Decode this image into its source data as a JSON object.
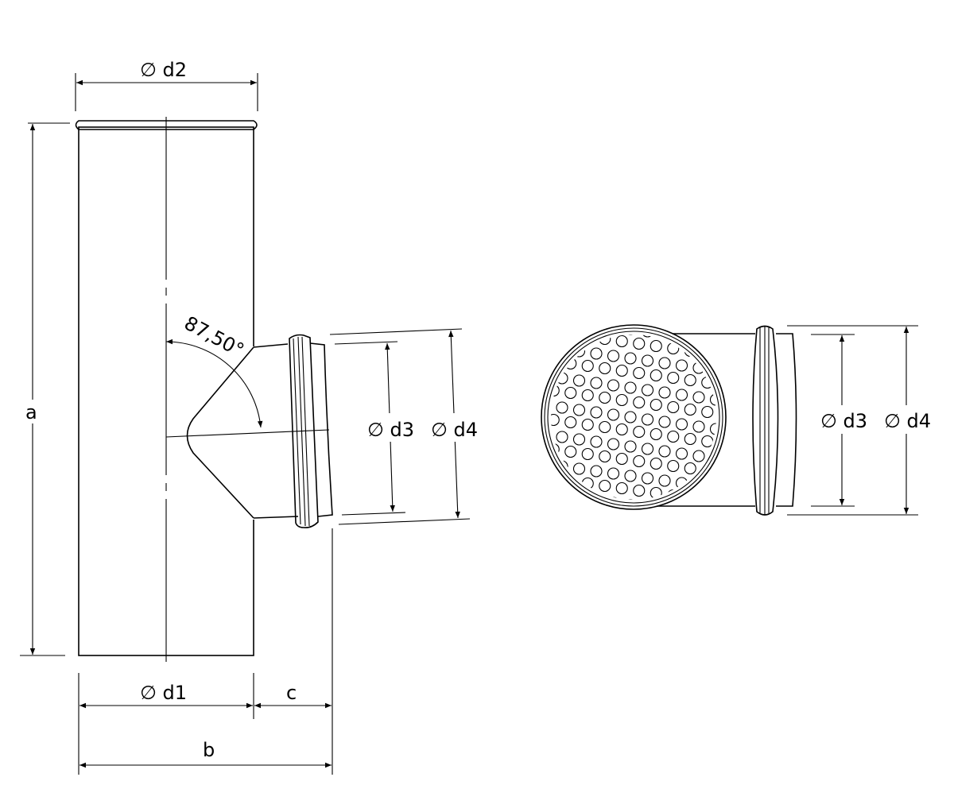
{
  "title": "Pipe tee with branch socket and perforated screen — dimension drawing",
  "labels": {
    "d1": "∅ d1",
    "d2": "∅ d2",
    "d3": "∅ d3",
    "d4": "∅ d4",
    "a": "a",
    "b": "b",
    "c": "c",
    "angle": "87,50°"
  },
  "colors": {
    "line": "#000000",
    "background": "#ffffff"
  }
}
